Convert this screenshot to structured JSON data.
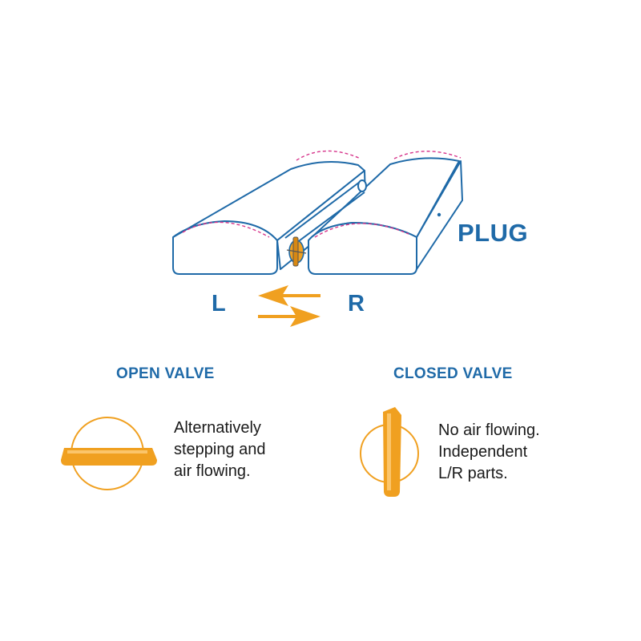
{
  "diagram": {
    "plug_label": "PLUG",
    "left_label": "L",
    "right_label": "R",
    "colors": {
      "outline": "#1f6aa8",
      "accent": "#f0a020",
      "inflation_dash": "#d6338a",
      "text": "#1a1a1a"
    }
  },
  "open_valve": {
    "heading": "OPEN VALVE",
    "description": [
      "Alternatively",
      "stepping and",
      "air flowing."
    ],
    "icon": "valve-open-icon"
  },
  "closed_valve": {
    "heading": "CLOSED VALVE",
    "description": [
      "No air flowing.",
      "Independent",
      "L/R parts."
    ],
    "icon": "valve-closed-icon"
  }
}
